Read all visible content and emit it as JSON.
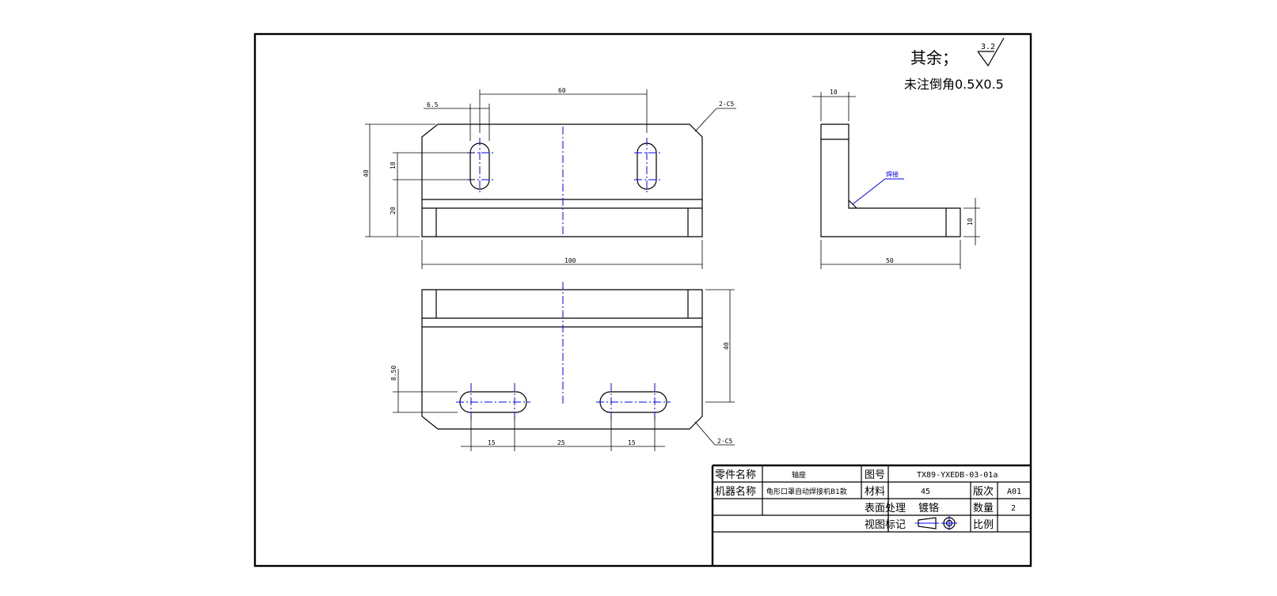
{
  "notes": {
    "rest_label": "其余；",
    "roughness": "3.2",
    "chamfer_note": "未注倒角0.5X0.5",
    "chamfer_top": "2-C5",
    "chamfer_bottom": "2-C5",
    "weld_label": "焊接"
  },
  "dimensions": {
    "front_slot_width": "6.5",
    "front_slot_spacing": "60",
    "front_height": "40",
    "front_slot_length": "10",
    "front_lower": "20",
    "front_width": "100",
    "side_thickness": "10",
    "side_base_height": "10",
    "side_length": "50",
    "bottom_height": "40",
    "bottom_slot_offset": "8.50",
    "bottom_slot_len_left": "15",
    "bottom_slot_spacing": "25",
    "bottom_slot_len_right": "15"
  },
  "title_block": {
    "part_name_label": "零件名称",
    "part_name_value": "轴座",
    "drawing_no_label": "图号",
    "drawing_no_value": "TX89-YXEDB-03-01a",
    "machine_name_label": "机器名称",
    "machine_name_value": "龟形口罩自动焊接机B1款",
    "material_label": "材料",
    "material_value": "45",
    "revision_label": "版次",
    "revision_value": "A01",
    "surface_label": "表面处理",
    "surface_value": "镀铬",
    "quantity_label": "数量",
    "quantity_value": "2",
    "view_mark_label": "视图标记",
    "scale_label": "比例",
    "scale_value": ""
  }
}
